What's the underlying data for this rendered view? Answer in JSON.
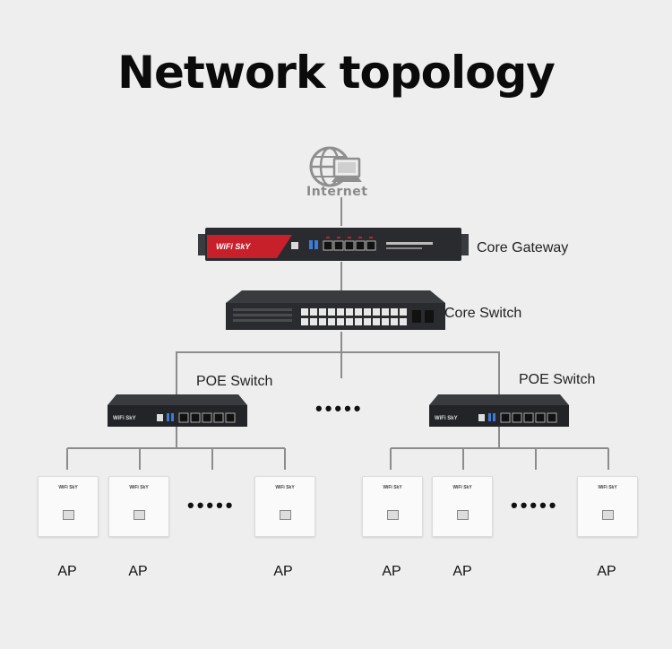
{
  "title": "Network topology",
  "internet_label": "Internet",
  "devices": {
    "core_gateway": {
      "label": "Core Gateway",
      "brand": "WiFi SkY"
    },
    "core_switch": {
      "label": "Core Switch"
    },
    "poe_left": {
      "label": "POE Switch",
      "brand": "WiFi SkY"
    },
    "poe_right": {
      "label": "POE Switch",
      "brand": "WiFi SkY"
    }
  },
  "ellipsis": "•••••",
  "ap": {
    "brand": "WiFi SkY",
    "labels": [
      "AP",
      "AP",
      "AP",
      "AP",
      "AP",
      "AP"
    ]
  },
  "colors": {
    "gateway_red": "#c8202a",
    "device_dark": "#2a2b2e",
    "line": "#8c8c8c"
  }
}
